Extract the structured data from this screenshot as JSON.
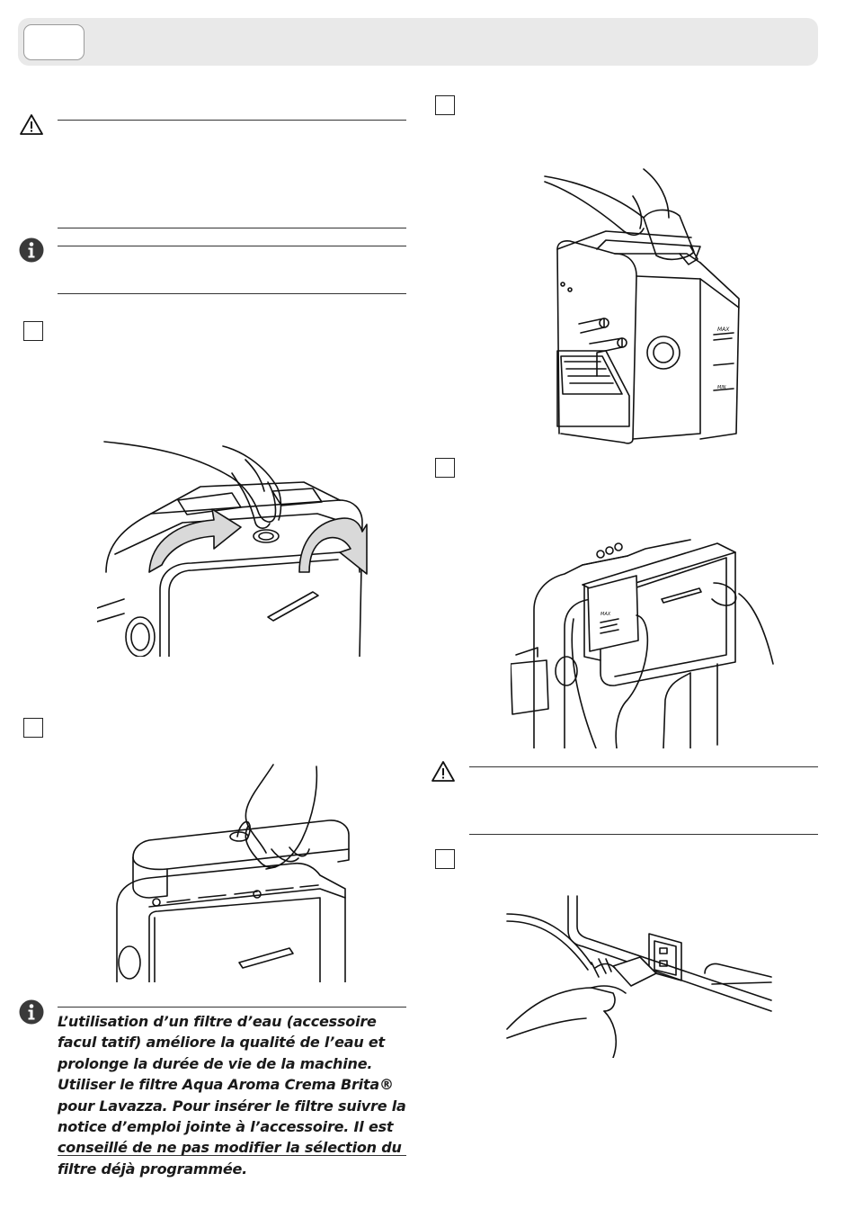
{
  "icons": {
    "warning": "warning-triangle-icon",
    "info": "info-circle-icon"
  },
  "illustrations": {
    "open_lid": "hand-turning-key-on-lid-illustration",
    "remove_lid": "hand-lifting-lid-illustration",
    "fill_tank": "hand-pouring-water-into-tank-illustration",
    "insert_tank": "hands-inserting-water-tank-illustration",
    "power_cord": "hand-plugging-power-cord-illustration"
  },
  "tank_labels": {
    "max": "MAX",
    "min": "MIN"
  },
  "note": {
    "text": "L’utilisation d’un filtre d’eau (accessoire facul tatif) améliore la qualité de l’eau et prolonge la durée de vie de la machine. Utiliser le filtre Aqua Aroma Crema Brita® pour Lavazza. Pour insérer le filtre suivre la notice d’emploi jointe à l’accessoire. Il est conseillé de ne pas modifier la sélection du filtre déjà programmée."
  }
}
